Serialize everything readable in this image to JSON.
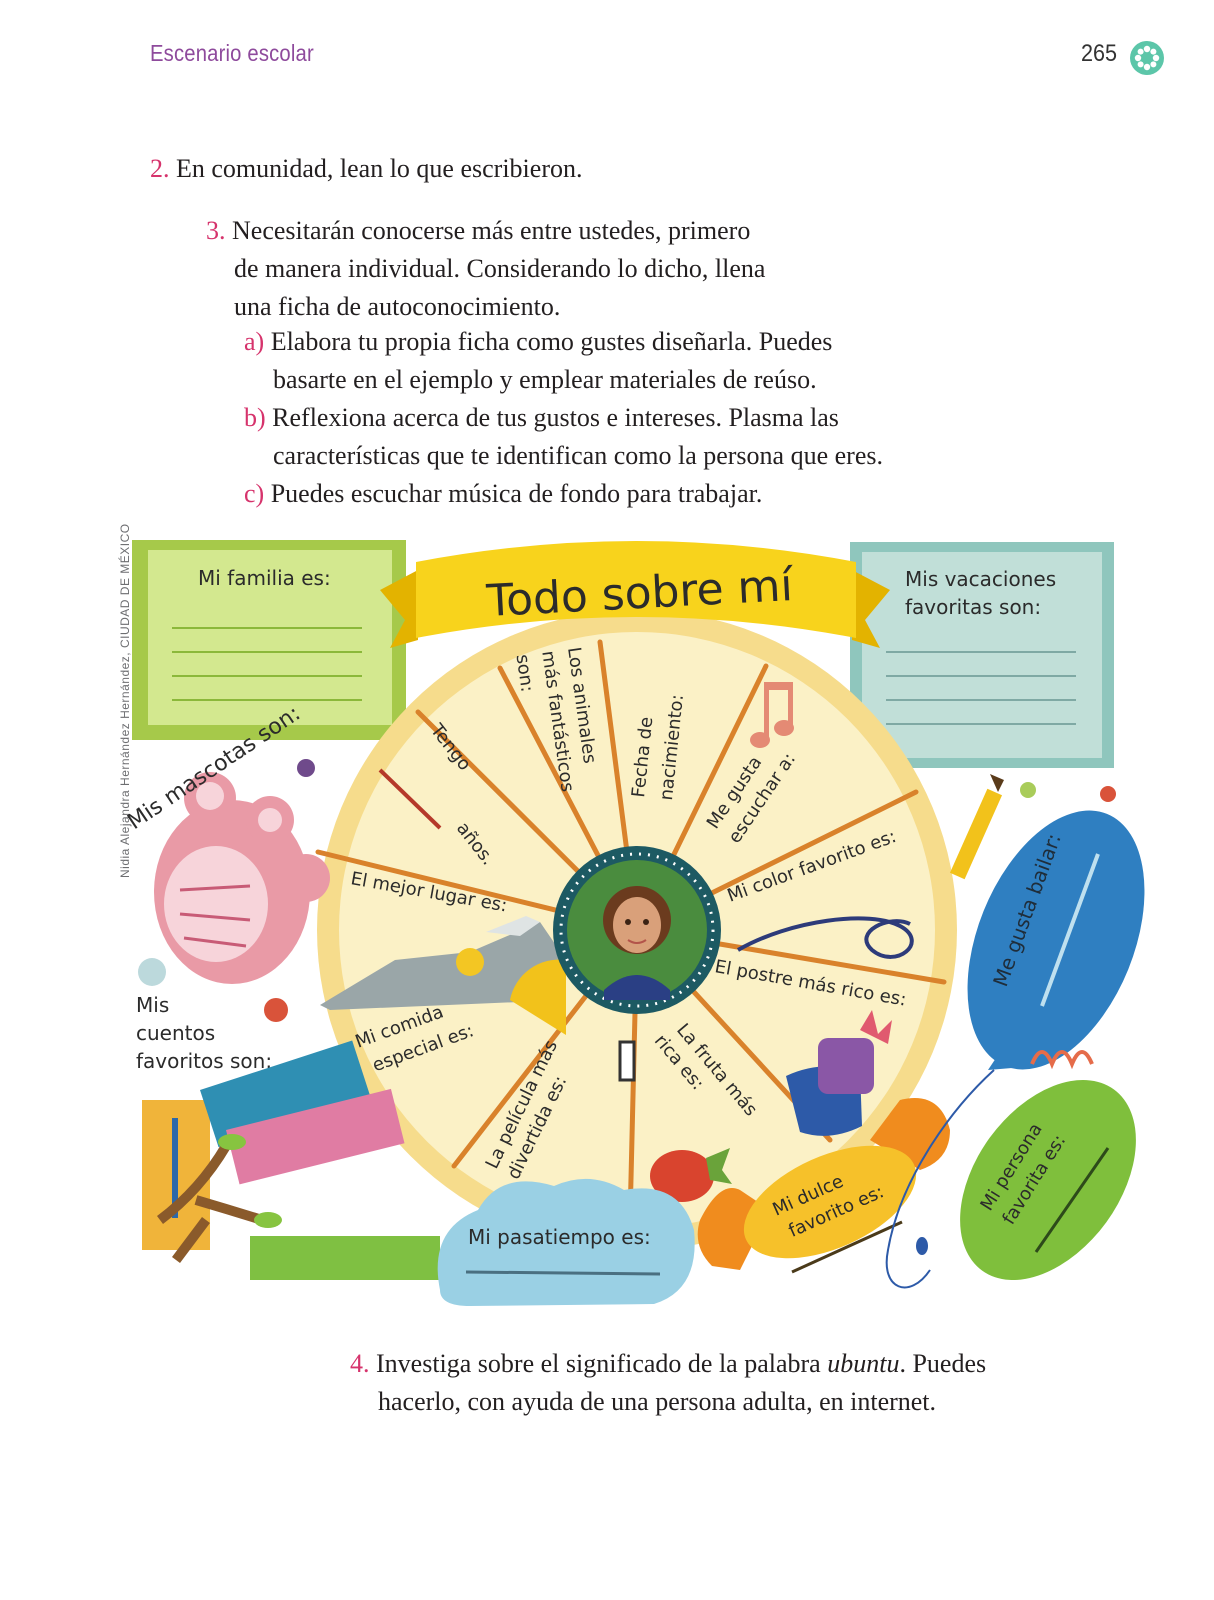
{
  "header": {
    "section": "Escenario escolar",
    "page_number": "265",
    "icon": "flower-badge-icon",
    "accent": "#8e4a9c",
    "badge_color": "#5cc6a9"
  },
  "activities": {
    "item2": {
      "num": "2.",
      "text": "En comunidad, lean lo que escribieron."
    },
    "item3": {
      "num": "3.",
      "lines": [
        "Necesitarán conocerse más entre ustedes, primero",
        "de manera individual. Considerando lo dicho, llena",
        "una ficha de autoconocimiento."
      ],
      "subitems": [
        {
          "letter": "a)",
          "lines": [
            "Elabora tu propia ficha como gustes diseñarla. Puedes",
            "basarte en el ejemplo y emplear materiales de reúso."
          ]
        },
        {
          "letter": "b)",
          "lines": [
            "Reflexiona acerca de tus gustos e intereses. Plasma las",
            "características que te identifican como la persona que eres."
          ]
        },
        {
          "letter": "c)",
          "lines": [
            "Puedes escuchar música de fondo para trabajar."
          ]
        }
      ]
    },
    "item4": {
      "num": "4.",
      "line1_before": "Investiga sobre el significado de la palabra ",
      "line1_italic": "ubuntu",
      "line1_after": ". Puedes",
      "line2": "hacerlo, con ayuda de una persona adulta, en internet."
    }
  },
  "credit": "Nidia Alejandra Hernández Hernández, CIUDAD DE MÉXICO",
  "poster": {
    "title": "Todo sobre mí",
    "family": "Mi familia es:",
    "vacations": [
      "Mis vacaciones",
      "favoritas son:"
    ],
    "pets": "Mis mascotas son:",
    "stories": [
      "Mis",
      "cuentos",
      "favoritos son:"
    ],
    "wheel": {
      "animals": [
        "Los animales",
        "más fantásticos",
        "son:"
      ],
      "birthdate": [
        "Fecha de",
        "nacimiento:"
      ],
      "music": [
        "Me gusta",
        "escuchar a:"
      ],
      "age_prefix": "Tengo",
      "age_suffix": "años.",
      "place": "El mejor lugar es:",
      "color": "Mi color favorito es:",
      "dessert": "El postre más rico es:",
      "food": [
        "Mi comida",
        "especial es:"
      ],
      "movie": [
        "La película más",
        "divertida es:"
      ],
      "fruit": [
        "La fruta más",
        "rica es:"
      ]
    },
    "hobby": "Mi pasatiempo es:",
    "candy": [
      "Mi dulce",
      "favorito es:"
    ],
    "dance": "Me gusta bailar:",
    "person": [
      "Mi persona",
      "favorita es:"
    ]
  }
}
